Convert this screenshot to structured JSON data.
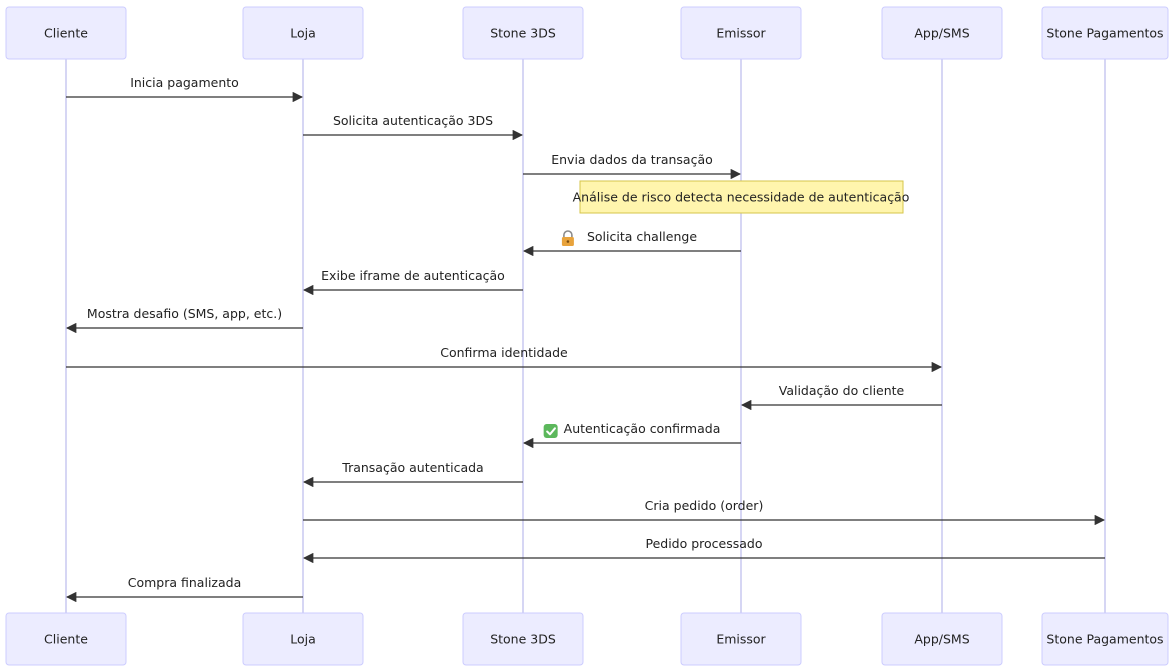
{
  "actors": [
    {
      "id": "cliente",
      "label": "Cliente"
    },
    {
      "id": "loja",
      "label": "Loja"
    },
    {
      "id": "stone3ds",
      "label": "Stone 3DS"
    },
    {
      "id": "emissor",
      "label": "Emissor"
    },
    {
      "id": "appsms",
      "label": "App/SMS"
    },
    {
      "id": "stonepag",
      "label": "Stone Pagamentos"
    }
  ],
  "messages": [
    {
      "from": "cliente",
      "to": "loja",
      "label": "Inicia pagamento",
      "icon": ""
    },
    {
      "from": "loja",
      "to": "stone3ds",
      "label": "Solicita autenticação 3DS",
      "icon": ""
    },
    {
      "from": "stone3ds",
      "to": "emissor",
      "label": "Envia dados da transação",
      "icon": ""
    },
    {
      "note": true,
      "over": [
        "stone3ds",
        "appsms"
      ],
      "label": "Análise de risco detecta necessidade de autenticação"
    },
    {
      "from": "emissor",
      "to": "stone3ds",
      "label": "Solicita challenge",
      "icon": "lock-icon"
    },
    {
      "from": "stone3ds",
      "to": "loja",
      "label": "Exibe iframe de autenticação",
      "icon": ""
    },
    {
      "from": "loja",
      "to": "cliente",
      "label": "Mostra desafio (SMS, app, etc.)",
      "icon": ""
    },
    {
      "from": "cliente",
      "to": "appsms",
      "label": "Confirma identidade",
      "icon": ""
    },
    {
      "from": "appsms",
      "to": "emissor",
      "label": "Validação do cliente",
      "icon": ""
    },
    {
      "from": "emissor",
      "to": "stone3ds",
      "label": "Autenticação confirmada",
      "icon": "check-icon"
    },
    {
      "from": "stone3ds",
      "to": "loja",
      "label": "Transação autenticada",
      "icon": ""
    },
    {
      "from": "loja",
      "to": "stonepag",
      "label": "Cria pedido (order)",
      "icon": ""
    },
    {
      "from": "stonepag",
      "to": "loja",
      "label": "Pedido processado",
      "icon": ""
    },
    {
      "from": "loja",
      "to": "cliente",
      "label": "Compra finalizada",
      "icon": ""
    }
  ],
  "colors": {
    "actor_fill": "#ECECFF",
    "actor_stroke": "#CCCCFF",
    "note_fill": "#FFF5AD",
    "line": "#333333"
  }
}
